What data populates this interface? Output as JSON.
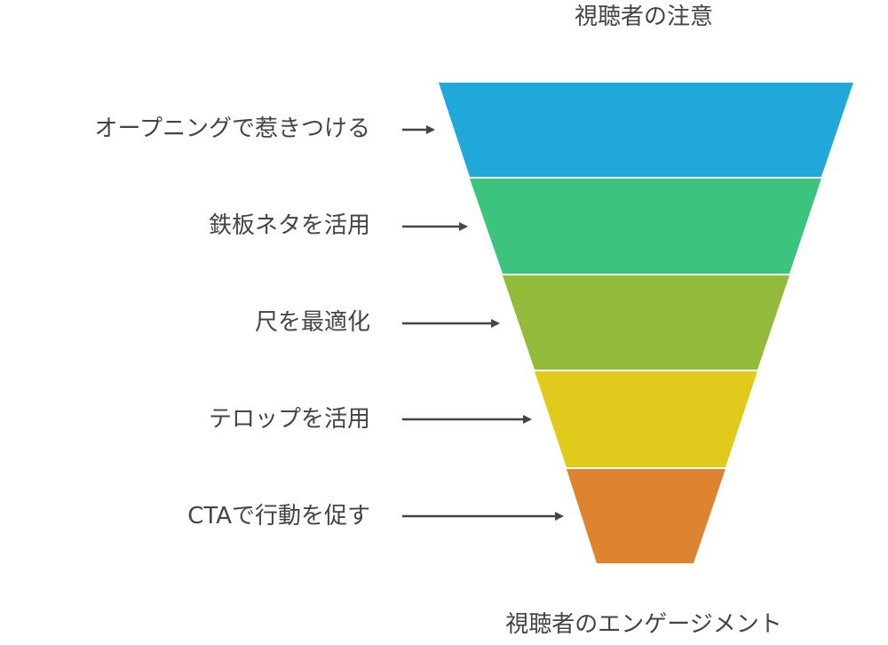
{
  "diagram": {
    "top_label": "視聴者の注意",
    "bottom_label": "視聴者のエンゲージメント",
    "stages": [
      {
        "label": "オープニングで惹きつける",
        "color": "#20a9d8"
      },
      {
        "label": "鉄板ネタを活用",
        "color": "#3cc37e"
      },
      {
        "label": "尺を最適化",
        "color": "#93bb3b"
      },
      {
        "label": "テロップを活用",
        "color": "#e0cb1c"
      },
      {
        "label": "CTAで行動を促す",
        "color": "#de8430"
      }
    ]
  }
}
